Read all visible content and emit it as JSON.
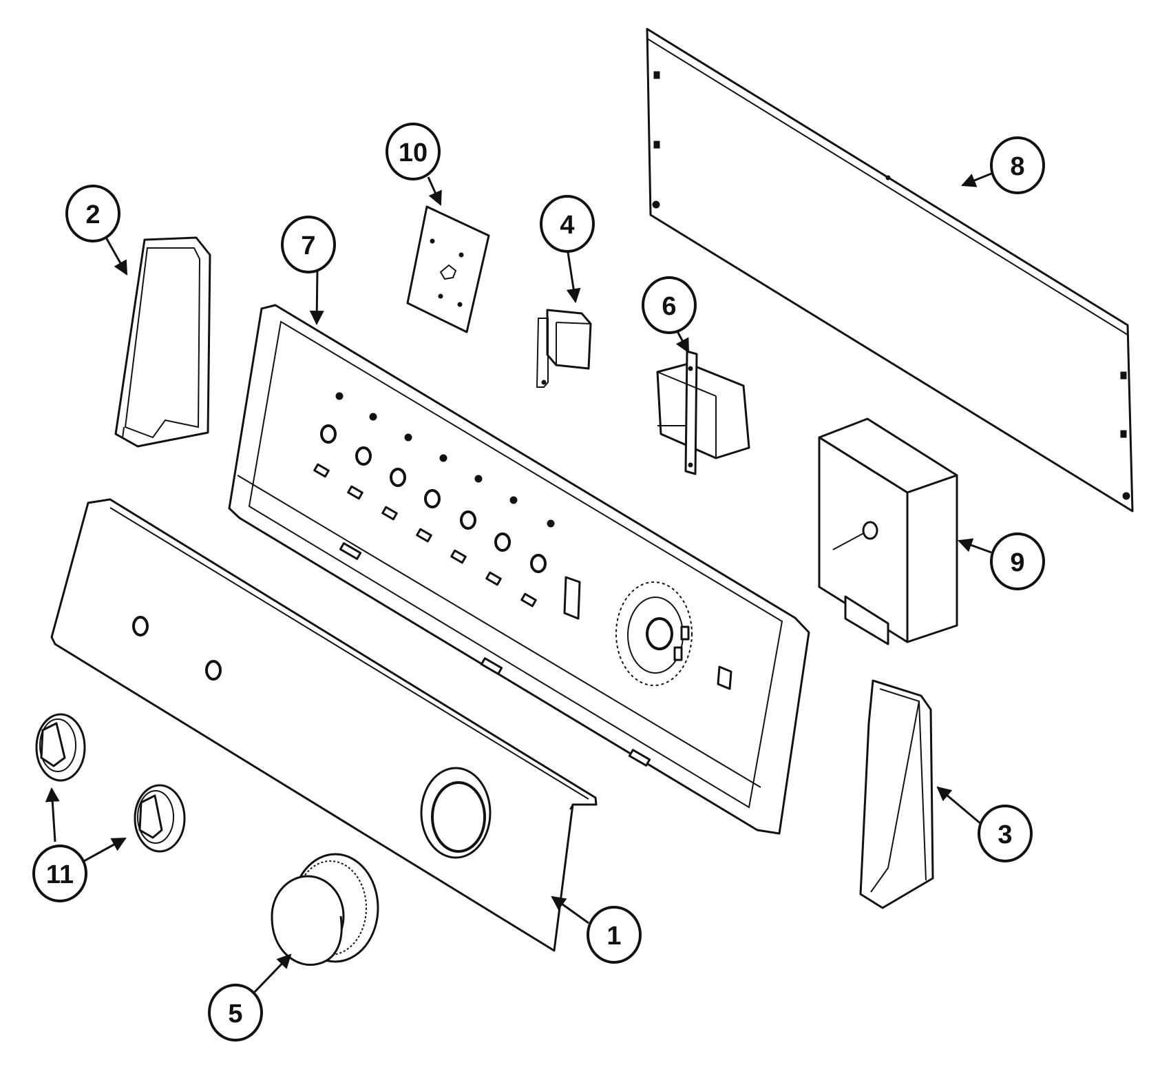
{
  "diagram": {
    "callouts": [
      {
        "id": "1",
        "label": "1"
      },
      {
        "id": "2",
        "label": "2"
      },
      {
        "id": "3",
        "label": "3"
      },
      {
        "id": "4",
        "label": "4"
      },
      {
        "id": "5",
        "label": "5"
      },
      {
        "id": "6",
        "label": "6"
      },
      {
        "id": "7",
        "label": "7"
      },
      {
        "id": "8",
        "label": "8"
      },
      {
        "id": "9",
        "label": "9"
      },
      {
        "id": "10",
        "label": "10"
      },
      {
        "id": "11",
        "label": "11"
      }
    ]
  }
}
